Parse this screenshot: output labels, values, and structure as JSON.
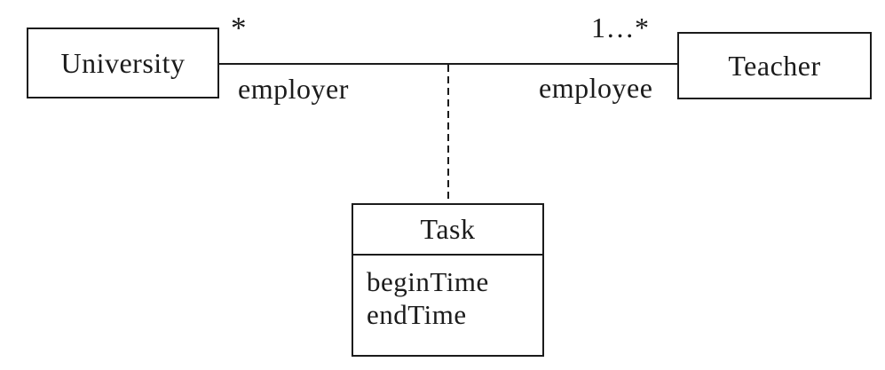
{
  "colors": {
    "background": "#ffffff",
    "line": "#1b1b1b",
    "text": "#1b1b1b"
  },
  "classes": {
    "university": {
      "name": "University"
    },
    "teacher": {
      "name": "Teacher"
    },
    "task": {
      "name": "Task",
      "attributes": [
        "beginTime",
        "endTime"
      ]
    }
  },
  "association": {
    "university_multiplicity": "*",
    "teacher_multiplicity": "1…*",
    "university_role": "employer",
    "teacher_role": "employee"
  }
}
